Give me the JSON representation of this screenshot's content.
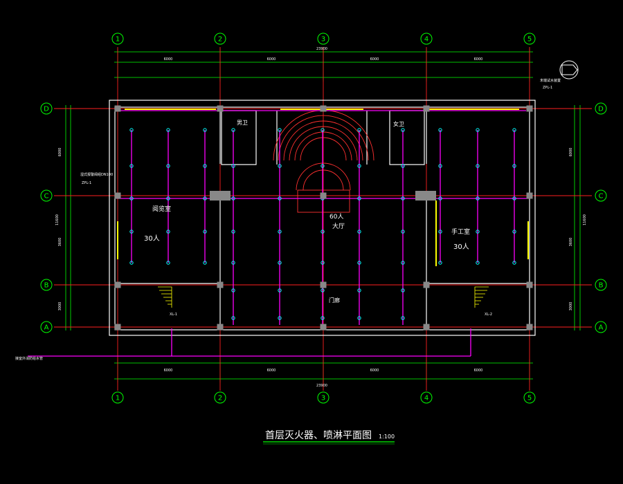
{
  "colors": {
    "background": "#000000",
    "grid_line": "#ff2020",
    "axis_bubble": "#00ff00",
    "dimension": "#00ff00",
    "wall": "#ffffff",
    "pipe": "#ff00ff",
    "sprinkler": "#00ffff",
    "window": "#ffff00",
    "text": "#ffffff"
  },
  "axes": {
    "columns": [
      "1",
      "2",
      "3",
      "4",
      "5"
    ],
    "rows": [
      "D",
      "C",
      "B",
      "A"
    ]
  },
  "dimensions": {
    "overall_top": "23900",
    "overall_bottom": "23900",
    "bays_top": [
      "6000",
      "6000",
      "6000",
      "6000"
    ],
    "bays_bottom": [
      "6000",
      "6000",
      "6000",
      "6000"
    ],
    "overall_left": "11600",
    "overall_right": "11600",
    "left_bays": [
      "6000",
      "3600",
      "3000"
    ],
    "right_bays": [
      "6000",
      "3600",
      "3000"
    ]
  },
  "rooms": {
    "reading_room": "阅览室",
    "reading_room_capacity": "30人",
    "craft_room": "手工室",
    "craft_room_capacity": "30人",
    "hall_capacity": "60人",
    "hall": "大厅",
    "mens_toilet": "男卫",
    "womens_toilet": "女卫",
    "entrance": "门廊"
  },
  "labels": {
    "riser_top": "ZPL-1",
    "riser_left": "ZPL-1",
    "fire_riser_1": "XL-1",
    "fire_riser_2": "XL-2",
    "top_note": "末端试水装置",
    "left_note": "湿式报警阀组DN100",
    "inlet_note": "接室外消防给水管"
  },
  "title": {
    "main": "首层灭火器、喷淋平面图",
    "scale": "1:100"
  }
}
